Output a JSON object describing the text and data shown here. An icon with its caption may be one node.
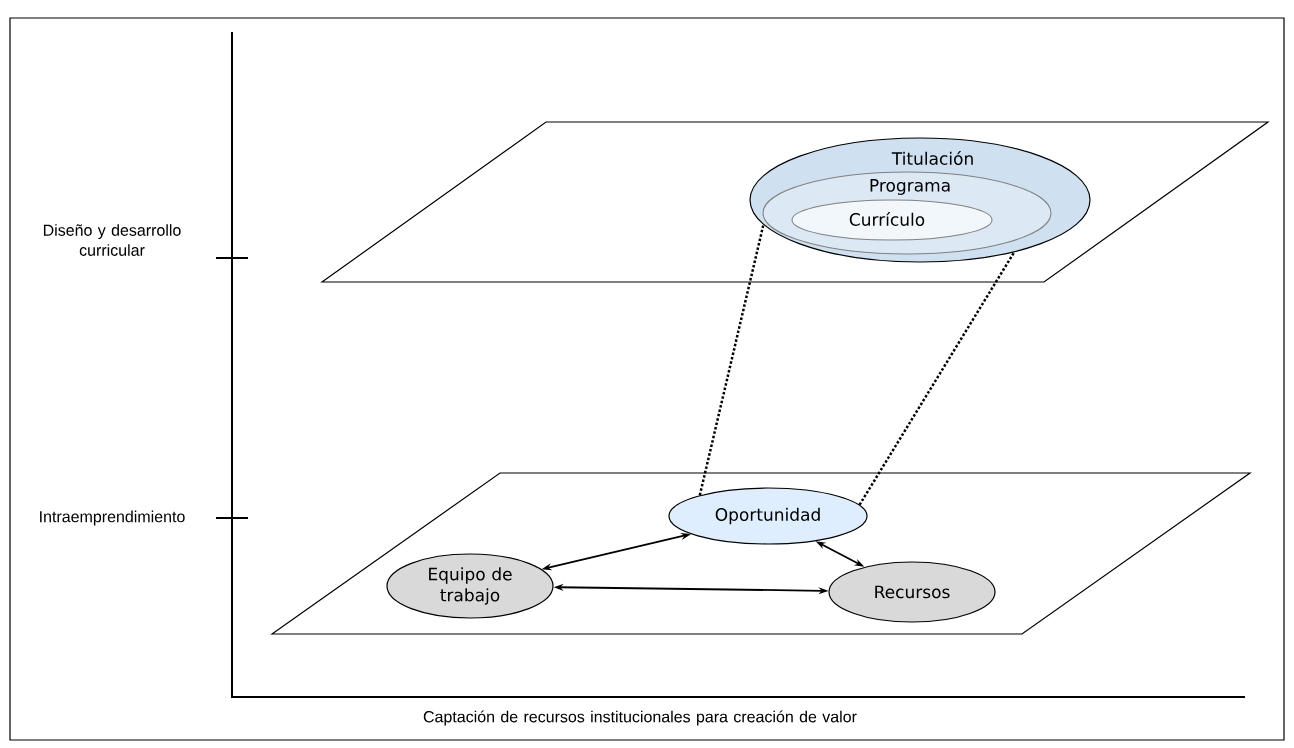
{
  "diagram": {
    "nodes": [
      {
        "text": [],
        "shape": "parallelogram"
      },
      {
        "text": [
          "Titulación"
        ],
        "in": 0
      },
      {
        "text": [
          "Programa"
        ],
        "in": 1
      },
      {
        "text": [
          "Currículo"
        ],
        "in": 2
      },
      {
        "text": [],
        "shape": "parallelogram"
      },
      {
        "text": [
          "Oportunidad"
        ],
        "in": 4
      },
      {
        "text": [
          "Equipo de trabajo"
        ],
        "in": 4
      },
      {
        "text": [
          "Recursos"
        ],
        "in": 4
      }
    ],
    "edges": [
      {
        "from": 5,
        "to": 1,
        "arrow": "none",
        "style": "dashed"
      },
      {
        "from": 5,
        "to": 1,
        "arrow": "none",
        "style": "dashed"
      },
      {
        "from": 6,
        "to": 5,
        "arrow": "both"
      },
      {
        "from": 6,
        "to": 7,
        "arrow": "both"
      },
      {
        "from": 5,
        "to": 7,
        "arrow": "both"
      }
    ],
    "labels": [
      "Diseño y desarrollo curricular",
      "Intraemprendimiento",
      "Captación de recursos institucionales para creación de valor"
    ]
  }
}
